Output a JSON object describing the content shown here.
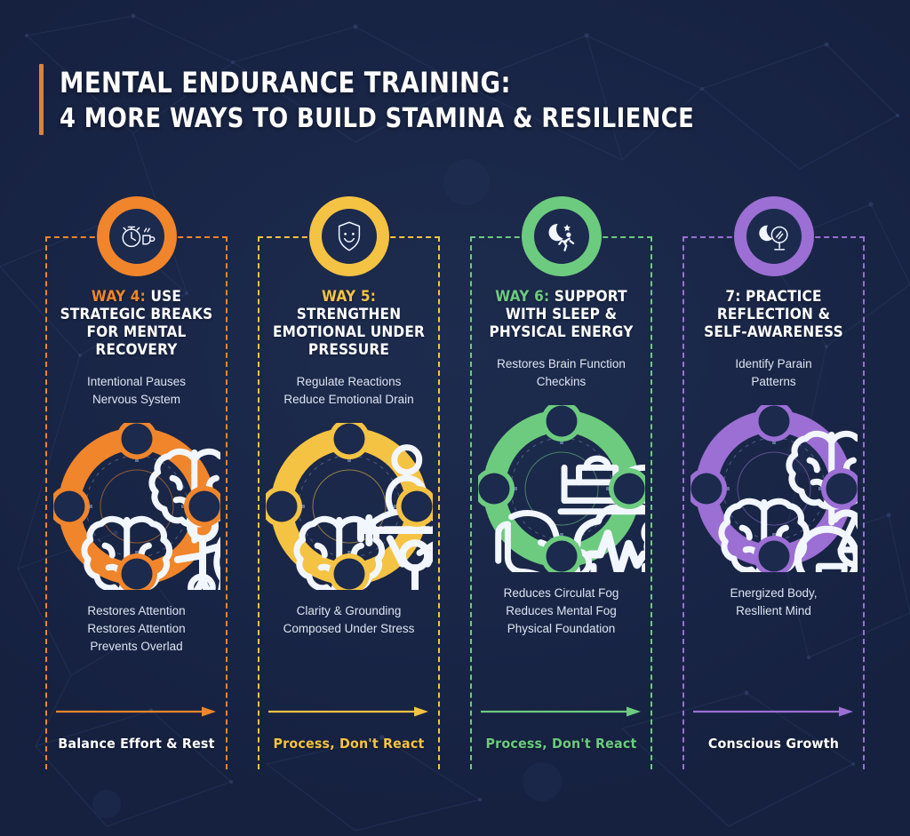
{
  "title": {
    "line1": "MENTAL ENDURANCE TRAINING:",
    "line2": "4 MORE WAYS TO BUILD STAMINA & RESILIENCE"
  },
  "colors": {
    "background": "#1a2748",
    "title_bar": "#d9833f",
    "accent_1": "#F0852B",
    "accent_2": "#F5C343",
    "accent_3": "#6DCB7F",
    "accent_4": "#9B6FD4",
    "body_text": "#dde4f0",
    "heading_text": "#ffffff"
  },
  "columns": [
    {
      "accent": "#F0852B",
      "badge_icon": "stopwatch-coffee-icon",
      "way_label": "WAY 4:",
      "heading_rest": " USE STRATEGIC BREAKS FOR MENTAL RECOVERY",
      "top_text": "Intentional Pauses\nNervous System",
      "bottom_text": "Restores Attention\nRestores Attention\nPrevents Overlad",
      "ring": {
        "center_icon": "stretching-person-icon",
        "nodes": [
          {
            "position": "top",
            "icon": "brain-icon"
          },
          {
            "position": "left",
            "icon": "brain-icon"
          },
          {
            "position": "right",
            "icon": "smiley-speech-bubble-icon"
          },
          {
            "position": "bottom",
            "icon": "walking-person-icon"
          }
        ]
      },
      "footer_label": "Balance Effort & Rest",
      "footer_color": "#ffffff"
    },
    {
      "accent": "#F5C343",
      "badge_icon": "shield-smiley-icon",
      "way_label": "WAY 5:",
      "heading_rest": " STRENGTHEN EMOTIONAL UNDER PRESSURE",
      "top_text": "Regulate Reactions\nReduce Emotional Drain",
      "bottom_text": "Clarity & Grounding\nComposed Under Stress",
      "ring": {
        "center_icon": "weightlifter-icon",
        "nodes": [
          {
            "position": "top",
            "icon": "meditation-icon"
          },
          {
            "position": "left",
            "icon": "brain-icon"
          },
          {
            "position": "right",
            "icon": "handshake-icon"
          },
          {
            "position": "bottom",
            "icon": "handshake-icon"
          }
        ]
      },
      "footer_label": "Process, Don't React",
      "footer_color": "#F5C343"
    },
    {
      "accent": "#6DCB7F",
      "badge_icon": "moon-star-runner-icon",
      "way_label": "WAY 6:",
      "heading_rest": " SUPPORT WITH SLEEP & PHYSICAL ENERGY",
      "top_text": "Restores Brain Function\nCheckins",
      "bottom_text": "Reduces Circulat Fog\nReduces Mental Fog\nPhysical Foundation",
      "ring": {
        "center_icon": "brain-waveform-icon",
        "nodes": [
          {
            "position": "top",
            "icon": "bed-icon"
          },
          {
            "position": "left",
            "icon": "bicep-icon"
          },
          {
            "position": "right",
            "icon": "brain-icon"
          },
          {
            "position": "bottom",
            "icon": "calendar-icon"
          }
        ]
      },
      "footer_label": "Process, Don't React",
      "footer_color": "#6DCB7F"
    },
    {
      "accent": "#9B6FD4",
      "badge_icon": "moon-mirror-icon",
      "way_label": "7: PRACTICE",
      "heading_rest": " REFLECTION & SELF-AWARENESS",
      "top_text": "Identify Parain\nPatterns",
      "bottom_text": "Energized Body,\nResllient Mind",
      "ring": {
        "center_icon": "magnifier-brain-icon",
        "nodes": [
          {
            "position": "top",
            "icon": "brain-icon"
          },
          {
            "position": "left",
            "icon": "brain-icon"
          },
          {
            "position": "right",
            "icon": "scales-icon"
          },
          {
            "position": "bottom",
            "icon": "water-bottle-icon"
          }
        ]
      },
      "footer_label": "Conscious Growth",
      "footer_color": "#ffffff"
    }
  ]
}
